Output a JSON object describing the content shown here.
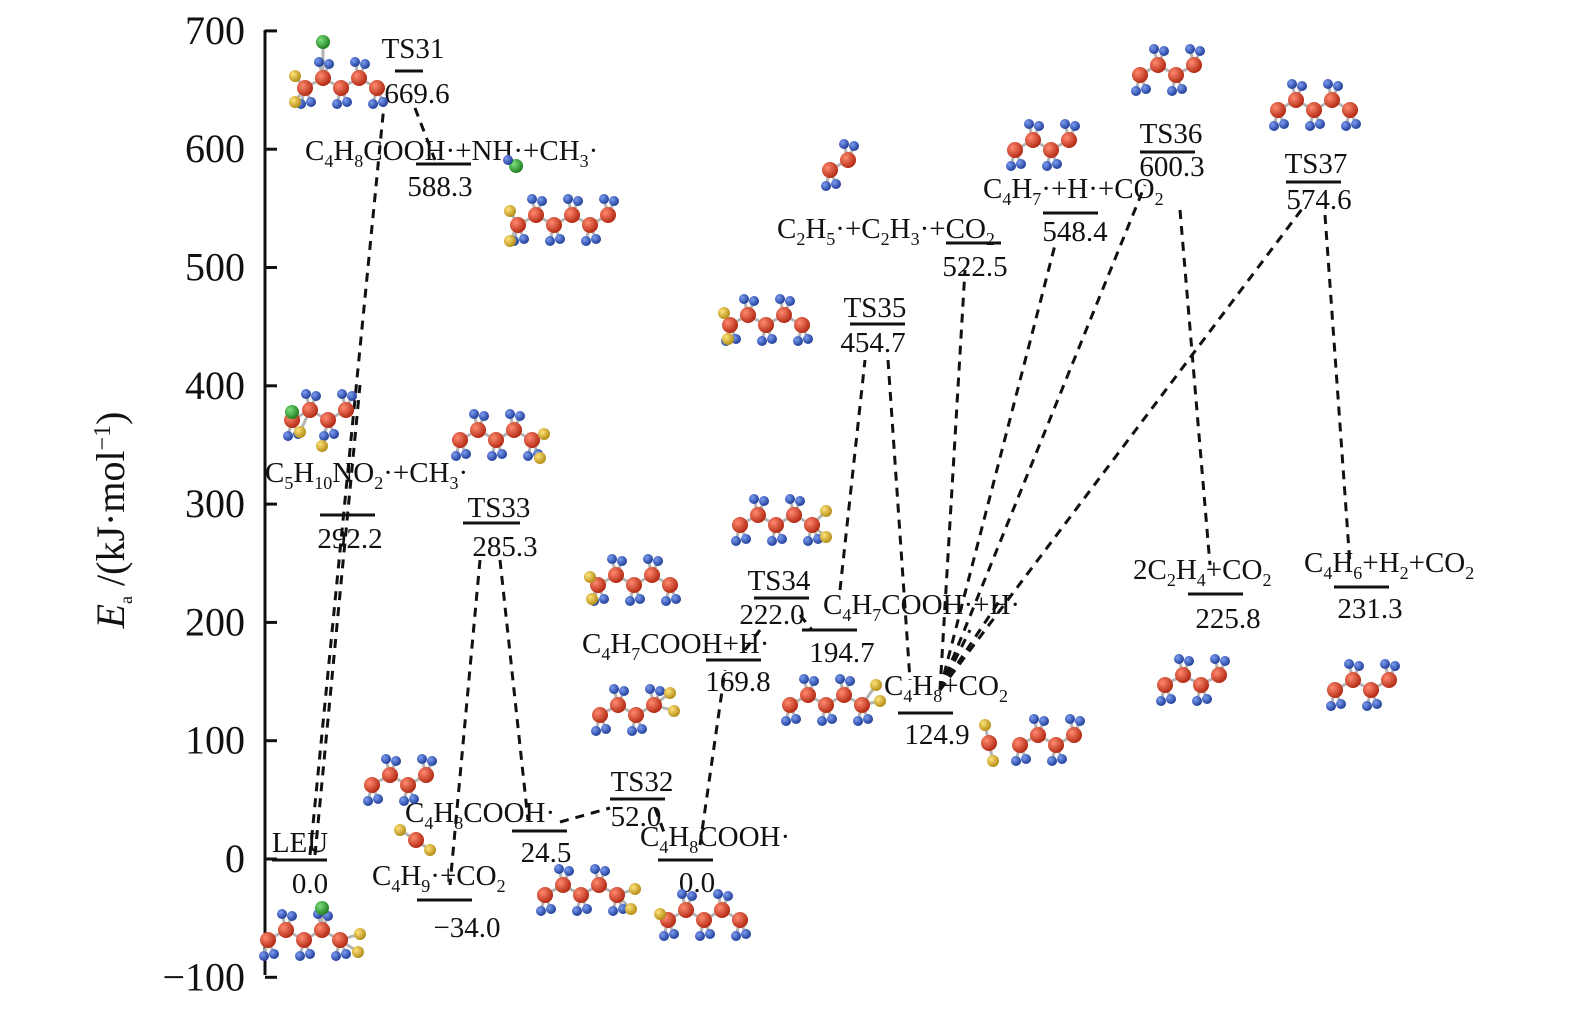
{
  "y_axis": {
    "label_main": "E",
    "label_sub": "a",
    "label_rest": " /(kJ·mol",
    "label_sup": "−1",
    "label_close": ")",
    "ticks": [
      "700",
      "600",
      "500",
      "400",
      "300",
      "200",
      "100",
      "0",
      "−100"
    ]
  },
  "levels": [
    {
      "id": "leu",
      "name": "LEU",
      "value": 0.0,
      "value_label": "0.0"
    },
    {
      "id": "ts31",
      "name": "TS31",
      "value": 669.6,
      "value_label": "669.6"
    },
    {
      "id": "c4h8cooh_nh_ch3",
      "name": "C4H8COOH·+NH·+CH3·",
      "value": 588.3,
      "value_label": "588.3"
    },
    {
      "id": "c5h10no2_ch3",
      "name": "C5H10NO2·+CH3·",
      "value": 292.2,
      "value_label": "292.2"
    },
    {
      "id": "ts33",
      "name": "TS33",
      "value": 285.3,
      "value_label": "285.3"
    },
    {
      "id": "c4h8cooh",
      "name": "C4H8COOH·",
      "value": 24.5,
      "value_label": "24.5"
    },
    {
      "id": "c4h9_co2",
      "name": "C4H9·+CO2",
      "value": -34.0,
      "value_label": "−34.0"
    },
    {
      "id": "ts32",
      "name": "TS32",
      "value": 52.0,
      "value_label": "52.0"
    },
    {
      "id": "c4h8cooh_b",
      "name": "C4H8COOH·",
      "value": 0.0,
      "value_label": "0.0"
    },
    {
      "id": "c4h7cooh_h_a",
      "name": "C4H7COOH+H·",
      "value": 169.8,
      "value_label": "169.8"
    },
    {
      "id": "ts34",
      "name": "TS34",
      "value": 222.0,
      "value_label": "222.0"
    },
    {
      "id": "c4h7cooh_h_b",
      "name": "C4H7COOH·+H·",
      "value": 194.7,
      "value_label": "194.7"
    },
    {
      "id": "ts35",
      "name": "TS35",
      "value": 454.7,
      "value_label": "454.7"
    },
    {
      "id": "c4h8_co2",
      "name": "C4H8+CO2",
      "value": 124.9,
      "value_label": "124.9"
    },
    {
      "id": "c2h5_c2h3_co2",
      "name": "C2H5·+C2H3·+CO2",
      "value": 522.5,
      "value_label": "522.5"
    },
    {
      "id": "c4h7_h_co2",
      "name": "C4H7·+H·+CO2",
      "value": 548.4,
      "value_label": "548.4"
    },
    {
      "id": "ts36",
      "name": "TS36",
      "value": 600.3,
      "value_label": "600.3"
    },
    {
      "id": "ts37",
      "name": "TS37",
      "value": 574.6,
      "value_label": "574.6"
    },
    {
      "id": "c2h4_co2",
      "name": "2C2H4+CO2",
      "value": 225.8,
      "value_label": "225.8"
    },
    {
      "id": "c4h6_h2_co2",
      "name": "C4H6+H2+CO2",
      "value": 231.3,
      "value_label": "231.3"
    }
  ],
  "colors": {
    "carbon": "#d03a1e",
    "hydrogen": "#2d55b8",
    "oxygen": "#d8b326",
    "nitrogen": "#2a9c2a",
    "bond": "#b0b0b0"
  }
}
